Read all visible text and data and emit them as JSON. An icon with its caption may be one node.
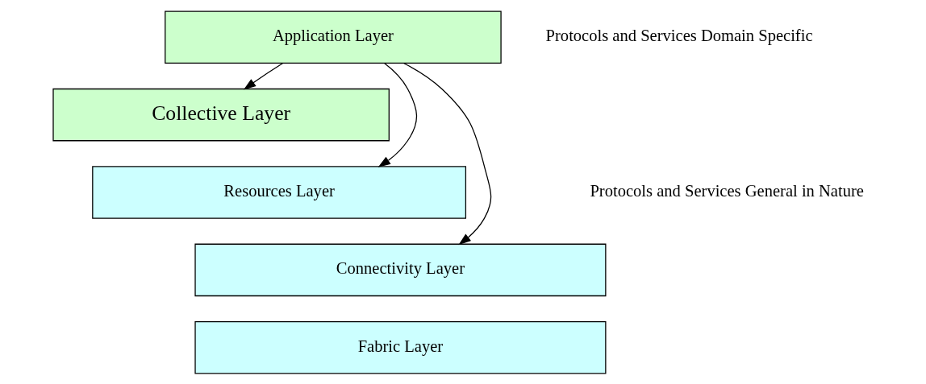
{
  "diagram": {
    "nodes": [
      {
        "text": [
          "Application Layer"
        ]
      },
      {
        "text": [
          "Collective Layer"
        ]
      },
      {
        "text": [
          "Resources Layer"
        ]
      },
      {
        "text": [
          "Connectivity Layer"
        ]
      },
      {
        "text": [
          "Fabric Layer"
        ]
      }
    ],
    "edges": [
      {
        "from": 0,
        "to": 1,
        "arrow": "to"
      },
      {
        "from": 0,
        "to": 2,
        "arrow": "to"
      },
      {
        "from": 0,
        "to": 3,
        "arrow": "to"
      }
    ],
    "labels": [
      "Protocols and Services Domain Specific",
      "Protocols and Services General in Nature"
    ]
  }
}
